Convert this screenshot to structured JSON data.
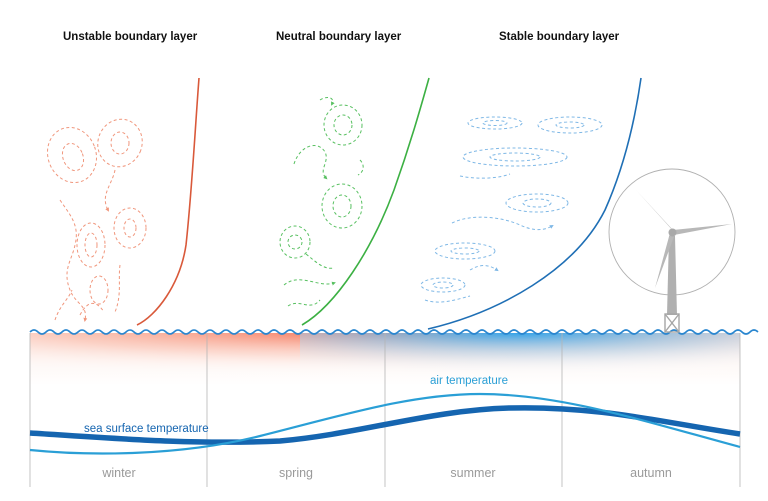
{
  "panels": [
    {
      "title": "Unstable boundary layer",
      "color": "#d9593a"
    },
    {
      "title": "Neutral boundary layer",
      "color": "#3cb043"
    },
    {
      "title": "Stable boundary layer",
      "color": "#1f6fb5"
    }
  ],
  "seasons": [
    "winter",
    "spring",
    "summer",
    "autumn"
  ],
  "curves": {
    "air": {
      "label": "air temperature",
      "color": "#2a9fd6"
    },
    "sst": {
      "label": "sea surface temperature",
      "color": "#1565b0"
    }
  },
  "colors": {
    "warm_sea": "#f47a5e",
    "cool_sea": "#39a9ec",
    "grid": "#b5b5b5",
    "turbine": "#b0b0b0",
    "wave": "#2a86cf"
  }
}
